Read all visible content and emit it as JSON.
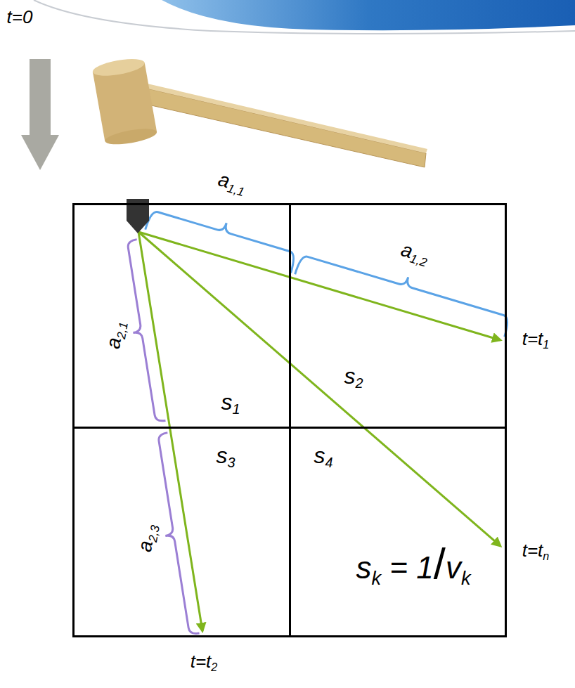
{
  "diagram": {
    "nodes": [
      {
        "text": [
          "s1"
        ]
      },
      {
        "text": [
          "s2"
        ]
      },
      {
        "text": [
          "s3"
        ]
      },
      {
        "text": [
          "s4",
          "sk = 1/vk"
        ]
      }
    ],
    "labels": [
      "t=0",
      "a1,1",
      "a1,2",
      "a2,1",
      "a2,3",
      "t=t1",
      "t=tn",
      "t=t2"
    ]
  }
}
